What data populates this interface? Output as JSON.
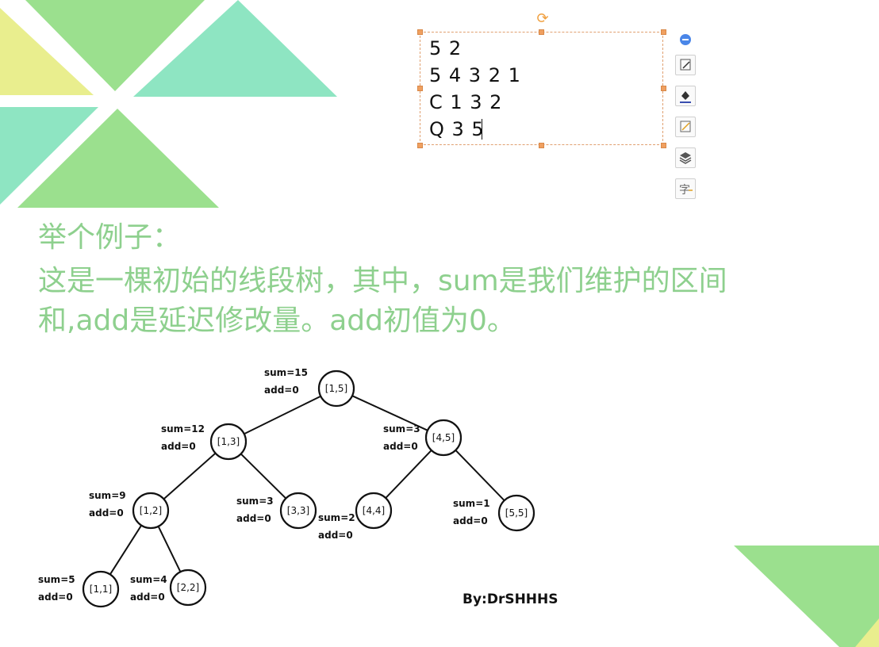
{
  "slide": {
    "heading": "举个例子：",
    "desc_line1": "这是一棵初始的线段树，其中，sum是我们维护的区间",
    "desc_line2": "和,add是延迟修改量。add初值为0。",
    "colors": {
      "text_green": "#8ed08e",
      "tri_yellow": "#e9ee8e",
      "tri_green": "#9be08e",
      "tri_teal": "#8ee5c2",
      "handle_orange": "#f0a060"
    }
  },
  "textbox": {
    "lines": [
      "5 2",
      "5 4 3 2 1",
      "C 1 3 2",
      "Q 3 5"
    ]
  },
  "side_toolbar": {
    "icons": [
      "collapse-icon",
      "edit-shape-icon",
      "fill-icon",
      "outline-icon",
      "layers-icon",
      "text-wrap-icon"
    ]
  },
  "tree": {
    "nodes": [
      {
        "id": "n15",
        "label": "[1,5]",
        "sum": "sum=15",
        "add": "add=0"
      },
      {
        "id": "n13",
        "label": "[1,3]",
        "sum": "sum=12",
        "add": "add=0"
      },
      {
        "id": "n45",
        "label": "[4,5]",
        "sum": "sum=3",
        "add": "add=0"
      },
      {
        "id": "n12",
        "label": "[1,2]",
        "sum": "sum=9",
        "add": "add=0"
      },
      {
        "id": "n33",
        "label": "[3,3]",
        "sum": "sum=3",
        "add": "add=0"
      },
      {
        "id": "n44",
        "label": "[4,4]",
        "sum": "sum=2",
        "add": "add=0"
      },
      {
        "id": "n55",
        "label": "[5,5]",
        "sum": "sum=1",
        "add": "add=0"
      },
      {
        "id": "n11",
        "label": "[1,1]",
        "sum": "sum=5",
        "add": "add=0"
      },
      {
        "id": "n22",
        "label": "[2,2]",
        "sum": "sum=4",
        "add": "add=0"
      }
    ],
    "edges": [
      [
        "n15",
        "n13"
      ],
      [
        "n15",
        "n45"
      ],
      [
        "n13",
        "n12"
      ],
      [
        "n13",
        "n33"
      ],
      [
        "n45",
        "n44"
      ],
      [
        "n45",
        "n55"
      ],
      [
        "n12",
        "n11"
      ],
      [
        "n12",
        "n22"
      ]
    ]
  },
  "byline": "By:DrSHHHS"
}
